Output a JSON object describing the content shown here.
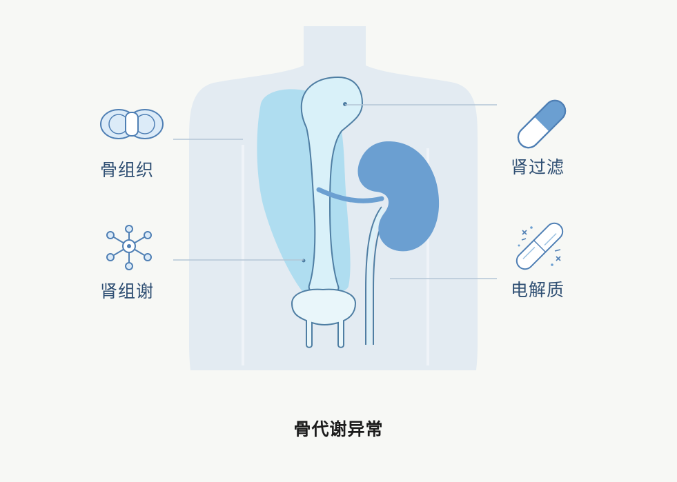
{
  "labels": {
    "bone_tissue": "骨组织",
    "kidney_metabolism": "肾组谢",
    "renal_filtration": "肾过滤",
    "electrolytes": "电解质"
  },
  "caption": "骨代谢异常",
  "colors": {
    "background": "#f7f8f5",
    "torso": "#e3ebf2",
    "bone_shadow": "#a9dcef",
    "bone_fill": "#d9f1f9",
    "bone_outline": "#4f7ea3",
    "kidney": "#6b9fd1",
    "icon_stroke": "#4f7fb4",
    "label_text": "#2f4f73",
    "caption_text": "#1b1b1b"
  },
  "icons": {
    "bone_tissue": "cell-pair-icon",
    "kidney_metabolism": "molecule-network-icon",
    "renal_filtration": "capsule-pill-icon",
    "electrolytes": "sparkle-capsule-icon"
  }
}
